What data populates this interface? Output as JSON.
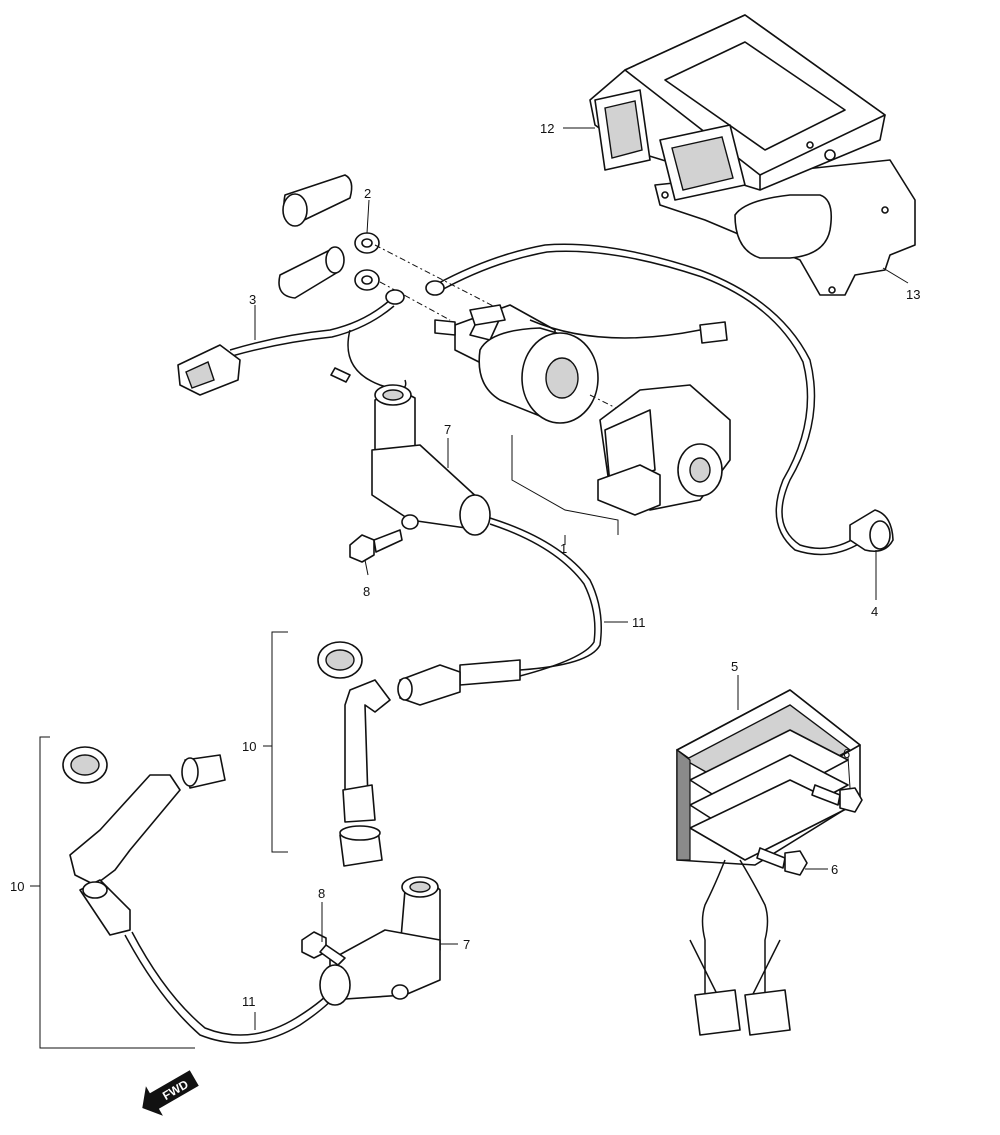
{
  "callouts": {
    "c1": "1",
    "c2": "2",
    "c3": "3",
    "c4": "4",
    "c5": "5",
    "c6a": "6",
    "c6b": "6",
    "c7a": "7",
    "c7b": "7",
    "c8a": "8",
    "c8b": "8",
    "c10a": "10",
    "c10b": "10",
    "c11a": "11",
    "c11b": "11",
    "c12": "12",
    "c13": "13"
  },
  "direction_marker": {
    "label": "FWD"
  }
}
